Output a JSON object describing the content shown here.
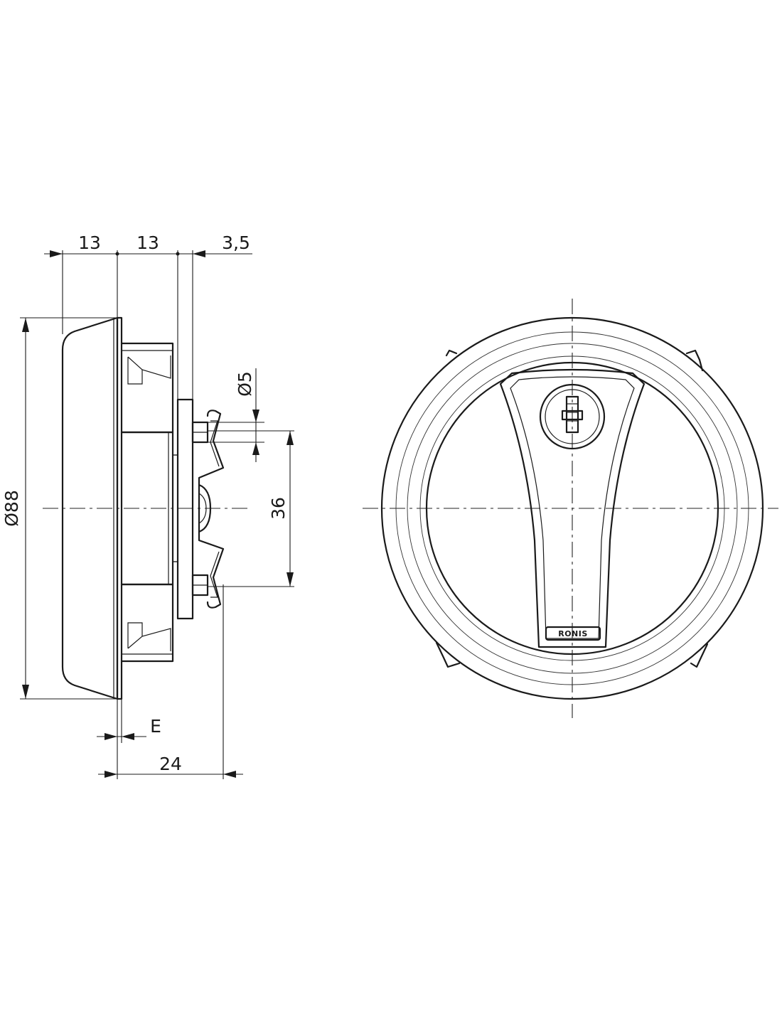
{
  "dimensions": {
    "width_left": "13",
    "width_middle": "13",
    "width_plate": "3,5",
    "diameter_body": "Ø88",
    "diameter_screw": "Ø5",
    "screw_spacing": "36",
    "offset_e": "E",
    "depth_total": "24"
  },
  "front_view": {
    "brand_label": "RONIS"
  }
}
